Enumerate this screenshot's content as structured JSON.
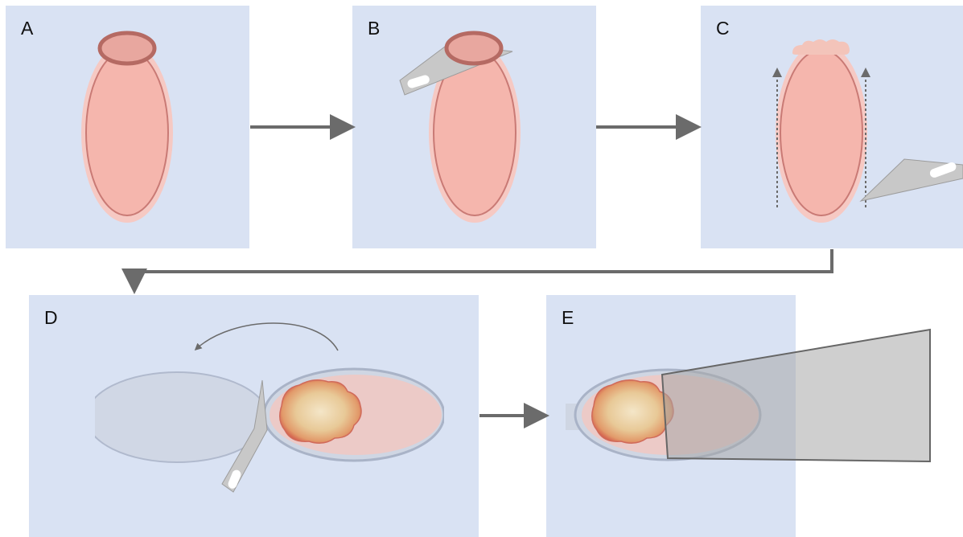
{
  "panels": {
    "a": {
      "label": "A"
    },
    "b": {
      "label": "B"
    },
    "c": {
      "label": "C"
    },
    "d": {
      "label": "D"
    },
    "e": {
      "label": "E"
    }
  },
  "colors": {
    "panel_bg": "#d9e2f3",
    "arrow": "#6b6b6b",
    "tissue_outer": "#f6c9c3",
    "tissue_inner": "#f5b6ad",
    "tissue_edge": "#c97a75",
    "cap": "#e8a79f",
    "cap_edge": "#b56a63",
    "blade": "#c8c8c8",
    "blade_edge": "#9c9c9c",
    "dish_fill": "#cfd6e3",
    "dish_rim": "#a9b3c7",
    "lesion": "#f1e0c0",
    "lesion_edge": "#d06a5a"
  },
  "icons": [
    "tissue-ellipse-icon",
    "scalpel-blade-icon",
    "dotted-arrow-icon",
    "curved-flip-arrow-icon",
    "specimen-dish-icon",
    "lesion-icon",
    "process-arrow-icon"
  ]
}
